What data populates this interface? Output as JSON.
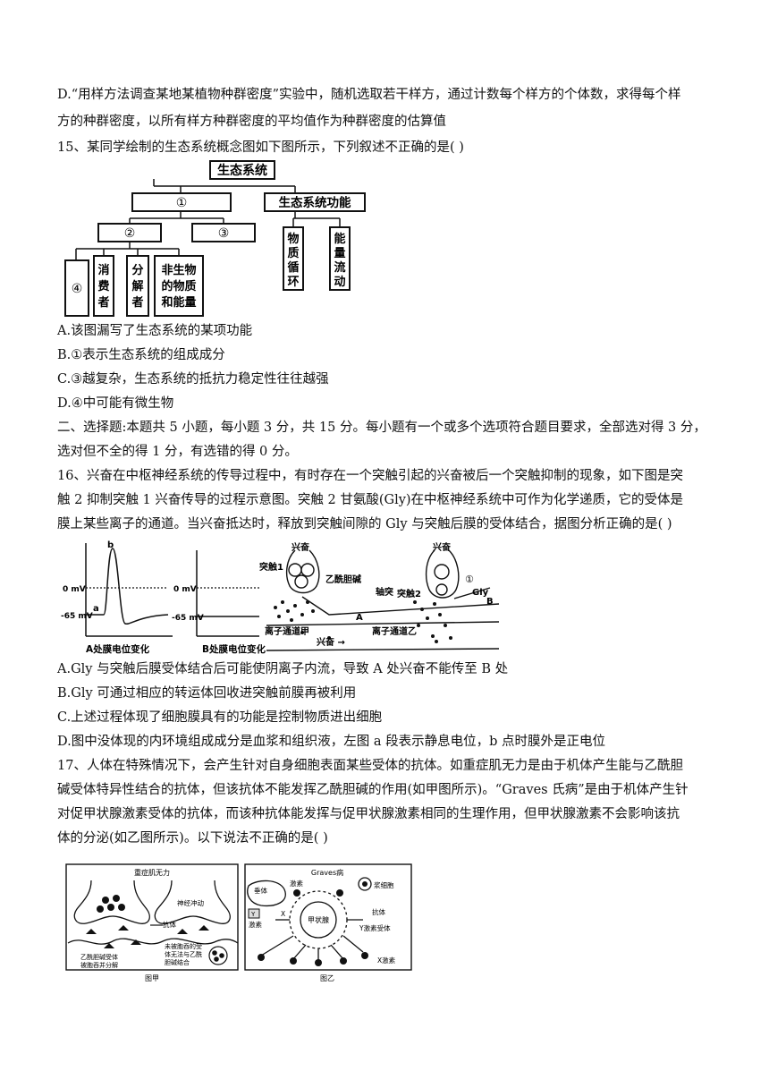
{
  "q14": {
    "d_line1": "D.“用样方法调查某地某植物种群密度”实验中，随机选取若干样方，通过计数每个样方的个体数，求得每个样",
    "d_line2": "方的种群密度，以所有样方种群密度的平均值作为种群密度的估算值"
  },
  "q15": {
    "stem": "15、某同学绘制的生态系统概念图如下图所示，下列叙述不正确的是( )",
    "figure": {
      "root": "生态系统",
      "n1": "①",
      "function": "生态系统功能",
      "n2": "②",
      "n3": "③",
      "n4": "④",
      "consumer": [
        "消",
        "费",
        "者"
      ],
      "decomposer": [
        "分",
        "解",
        "者"
      ],
      "abiotic": [
        "非生物",
        "的物质",
        "和能量"
      ],
      "cycle": [
        "物",
        "质",
        "循",
        "环"
      ],
      "energy": [
        "能",
        "量",
        "流",
        "动"
      ]
    },
    "options": [
      "A.该图漏写了生态系统的某项功能",
      "B.①表示生态系统的组成成分",
      "C.③越复杂，生态系统的抵抗力稳定性往往越强",
      "D.④中可能有微生物"
    ]
  },
  "section2": {
    "line1": "二、选择题:本题共 5 小题，每小题 3 分，共 15 分。每小题有一个或多个选项符合题目要求，全部选对得 3 分，",
    "line2": "选对但不全的得 1 分，有选错的得 0 分。"
  },
  "q16": {
    "stem1": "16、兴奋在中枢神经系统的传导过程中，有时存在一个突触引起的兴奋被后一个突触抑制的现象，如下图是突",
    "stem2": "触 2 抑制突触 1 兴奋传导的过程示意图。突触 2 甘氨酸(Gly)在中枢神经系统中可作为化学递质，它的受体是",
    "stem3": "膜上某些离子的通道。当兴奋抵达时，释放到突触间隙的 Gly 与突触后膜的受体结合，据图分析正确的是( )",
    "figure": {
      "zero_mv": "0 mV",
      "neg_mv": "-65 mV",
      "label_a": "a",
      "label_b": "b",
      "caption_a": "A处膜电位变化",
      "caption_b": "B处膜电位变化",
      "excite": "兴奋",
      "synapse1": "突触1",
      "synapse2": "突触2",
      "ach": "乙酰胆碱",
      "axon": "轴突",
      "point_a": "A",
      "point_b": "B",
      "gly": "Gly",
      "circle1": "①",
      "channel_a": "离子通道甲",
      "channel_b": "离子通道乙",
      "excite_arrow": "兴奋 →"
    },
    "options": [
      "A.Gly 与突触后膜受体结合后可能使阴离子内流，导致 A 处兴奋不能传至 B 处",
      "B.Gly 可通过相应的转运体回收进突触前膜再被利用",
      "C.上述过程体现了细胞膜具有的功能是控制物质进出细胞",
      "D.图中没体现的内环境组成成分是血浆和组织液，左图 a 段表示静息电位，b 点时膜外是正电位"
    ]
  },
  "q17": {
    "stem1": "17、人体在特殊情况下，会产生针对自身细胞表面某些受体的抗体。如重症肌无力是由于机体产生能与乙酰胆",
    "stem2": "碱受体特异性结合的抗体，但该抗体不能发挥乙酰胆碱的作用(如甲图所示)。“Graves 氏病”是由于机体产生针",
    "stem3": "对促甲状腺激素受体的抗体，而该种抗体能发挥与促甲状腺激素相同的生理作用，但甲状腺激素不会影响该抗",
    "stem4": "体的分泌(如乙图所示)。以下说法不正确的是( )",
    "fig_jia": {
      "title": "重症肌无力",
      "nerve": "神经冲动",
      "antibody": "抗体",
      "left_note": [
        "乙酰胆碱受体",
        "被胞吞并分解"
      ],
      "right_note": [
        "未被胞吞的受",
        "体无法与乙酰",
        "胆碱结合"
      ],
      "caption": "图甲"
    },
    "fig_yi": {
      "title": "Graves病",
      "pituitary": "垂体",
      "hormone": "激素",
      "y_box": "Y",
      "y_hormone": "激素",
      "x": "X",
      "plasma": "浆细胞",
      "antibody": "抗体",
      "y_receptor": "Y激素受体",
      "thyroid": "甲状腺",
      "x_hormone": "X激素",
      "caption": "图乙"
    }
  }
}
